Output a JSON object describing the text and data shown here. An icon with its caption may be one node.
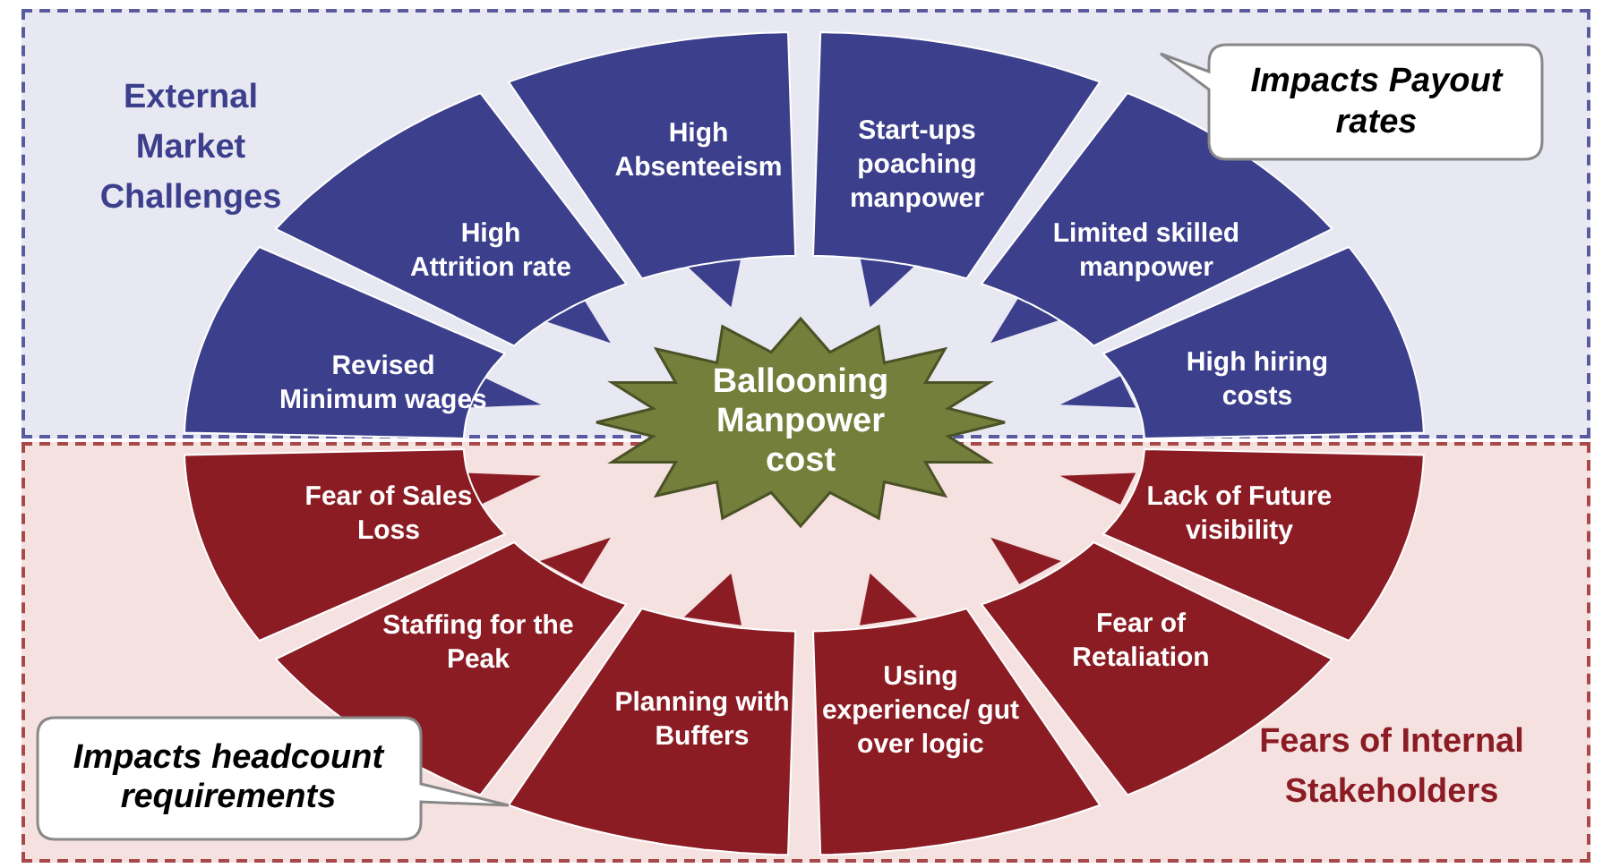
{
  "diagram": {
    "nodes": [
      {
        "text": [
          "External Market Challenges"
        ]
      },
      {
        "text": [
          "Revised Minimum wages"
        ],
        "in": 0
      },
      {
        "text": [
          "High Attrition rate"
        ],
        "in": 0
      },
      {
        "text": [
          "High Absenteeism"
        ],
        "in": 0
      },
      {
        "text": [
          "Start-ups poaching manpower"
        ],
        "in": 0
      },
      {
        "text": [
          "Limited skilled manpower"
        ],
        "in": 0
      },
      {
        "text": [
          "High hiring costs"
        ],
        "in": 0
      },
      {
        "text": [
          "Impacts Payout rates"
        ],
        "in": 0
      },
      {
        "text": [
          "Ballooning Manpower cost"
        ]
      },
      {
        "text": [
          "Fears of Internal Stakeholders"
        ]
      },
      {
        "text": [
          "Fear of Sales Loss"
        ],
        "in": 9
      },
      {
        "text": [
          "Staffing for the Peak"
        ],
        "in": 9
      },
      {
        "text": [
          "Planning with Buffers"
        ],
        "in": 9
      },
      {
        "text": [
          "Using experience/ gut over logic"
        ],
        "in": 9
      },
      {
        "text": [
          "Fear of Retaliation"
        ],
        "in": 9
      },
      {
        "text": [
          "Lack of Future visibility"
        ],
        "in": 9
      },
      {
        "text": [
          "Impacts headcount requirements"
        ],
        "in": 9
      }
    ],
    "edges": []
  }
}
